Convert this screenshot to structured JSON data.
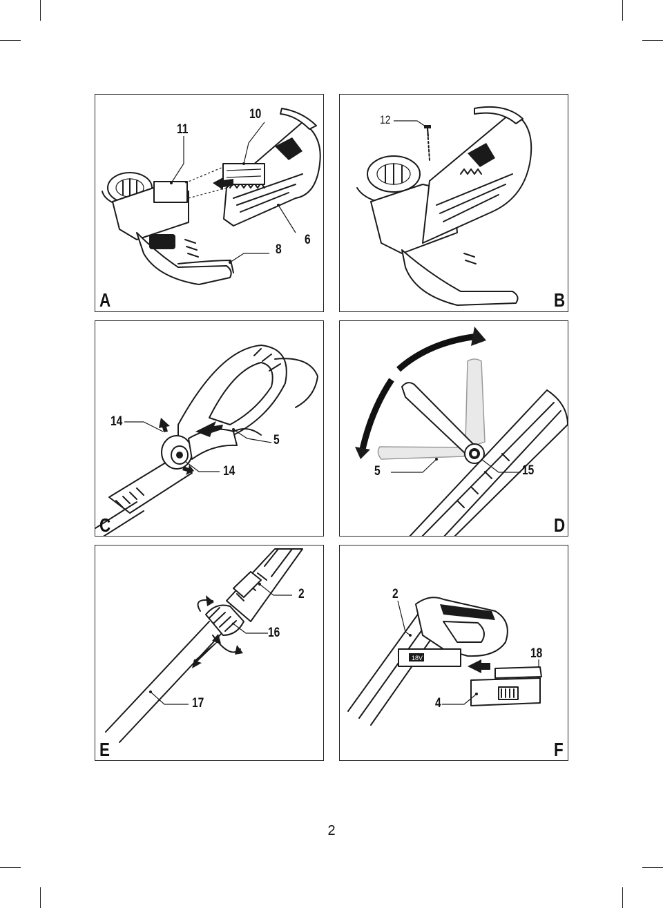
{
  "page": {
    "number": "2"
  },
  "figures": [
    {
      "id": "A",
      "letter": "A",
      "callouts": [
        "11",
        "10",
        "6",
        "8"
      ]
    },
    {
      "id": "B",
      "letter": "B",
      "callouts": [
        "12"
      ]
    },
    {
      "id": "C",
      "letter": "C",
      "callouts": [
        "14",
        "5",
        "14"
      ]
    },
    {
      "id": "D",
      "letter": "D",
      "callouts": [
        "5",
        "15"
      ]
    },
    {
      "id": "E",
      "letter": "E",
      "callouts": [
        "2",
        "16",
        "17"
      ]
    },
    {
      "id": "F",
      "letter": "F",
      "callouts": [
        "2",
        "18",
        "4"
      ]
    }
  ],
  "battery_badge": "18V"
}
